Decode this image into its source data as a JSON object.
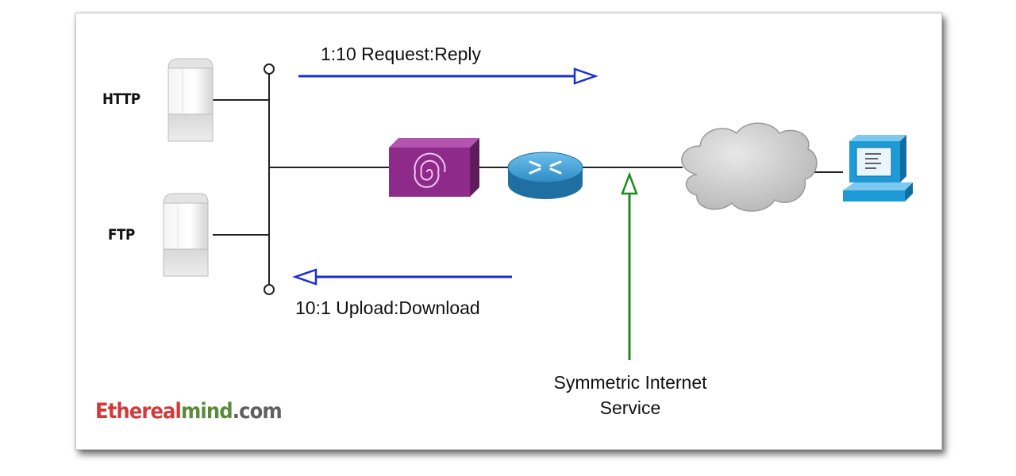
{
  "nodes": {
    "http_server": "HTTP",
    "ftp_server": "FTP"
  },
  "flows": {
    "request_reply": "1:10 Request:Reply",
    "upload_download": "10:1  Upload:Download"
  },
  "service": {
    "line1": "Symmetric Internet",
    "line2": "Service"
  },
  "branding": {
    "part1": "Ethereal",
    "part2": "mind",
    "part3": ".com"
  },
  "colors": {
    "flow_arrow": "#1a2fd6",
    "service_arrow": "#1f8a1f",
    "firewall": "#8e2a8a",
    "router": "#2f8fc7",
    "cloud": "#c9c9c9",
    "workstation": "#1e9ad6"
  },
  "icons": [
    "server-icon",
    "firewall-icon",
    "router-icon",
    "internet-cloud-icon",
    "workstation-icon"
  ]
}
